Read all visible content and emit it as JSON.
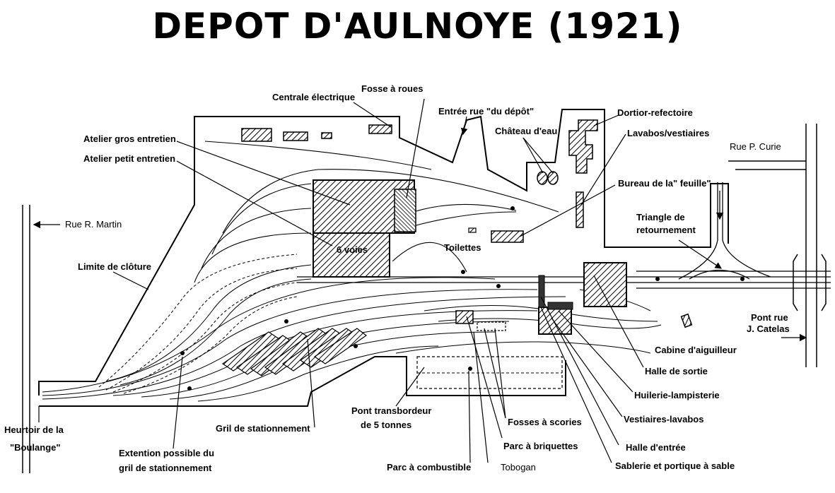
{
  "title": "DEPOT D'AULNOYE (1921)",
  "labels": {
    "centrale": "Centrale électrique",
    "fosse_roues": "Fosse à roues",
    "entree_rue": "Entrée rue \"du dépôt\"",
    "dortoir": "Dortior-refectoire",
    "chateau": "Château d'eau",
    "lavabos": "Lavabos/vestiaires",
    "rue_curie": "Rue P. Curie",
    "atelier_gros": "Atelier gros entretien",
    "atelier_petit": "Atelier petit entretien",
    "bureau": "Bureau de la\" feuille\"",
    "triangle_1": "Triangle de",
    "triangle_2": "retournement",
    "rue_martin": "Rue R. Martin",
    "six_voies": "6 voies",
    "toilettes": "Toilettes",
    "limite": "Limite de clôture",
    "pont_catelas_1": "Pont rue",
    "pont_catelas_2": "J. Catelas",
    "cabine": "Cabine d'aiguilleur",
    "halle_sortie": "Halle de sortie",
    "huilerie": "Huilerie-lampisterie",
    "pont_transb_1": "Pont transbordeur",
    "pont_transb_2": "de 5 tonnes",
    "vestiaires": "Vestiaires-lavabos",
    "heurtoir_1": "Heurtoir de la",
    "heurtoir_2": "\"Boulange\"",
    "gril": "Gril de stationnement",
    "fosses_scories": "Fosses à scories",
    "parc_briquettes": "Parc à briquettes",
    "halle_entree": "Halle d'entrée",
    "extention_1": "Extention possible du",
    "extention_2": "gril de stationnement",
    "parc_combustible": "Parc à combustible",
    "tobogan": "Tobogan",
    "sablerie": "Sablerie et portique à sable"
  }
}
